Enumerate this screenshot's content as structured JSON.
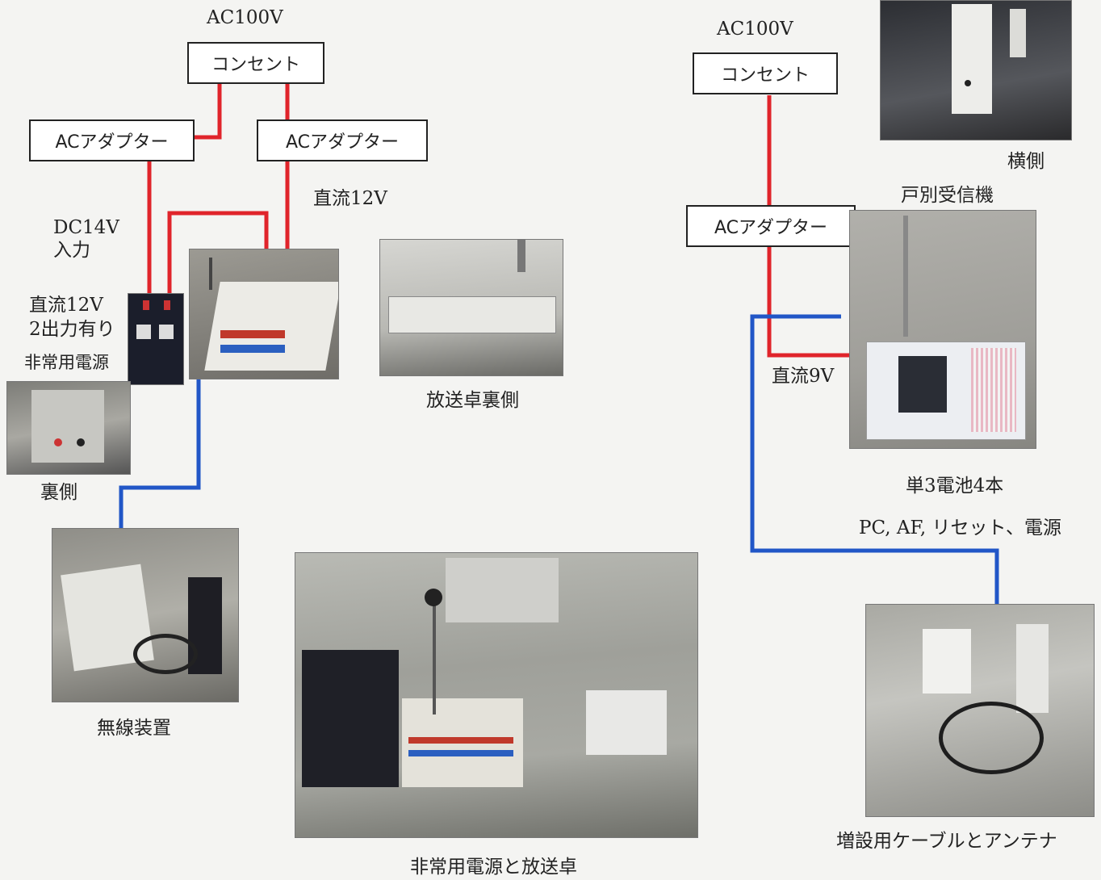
{
  "power_source_left": {
    "voltage": "AC100V",
    "outlet": "コンセント"
  },
  "power_source_right": {
    "voltage": "AC100V",
    "outlet": "コンセント"
  },
  "adapter_label": "ACアダプター",
  "labels": {
    "dc12v_top": "直流12V",
    "dc14v_line1": "DC14V",
    "dc14v_line2": "入力",
    "dc12v_two_out_line1": "直流12V",
    "dc12v_two_out_line2": "2出力有り",
    "emergency_power": "非常用電源",
    "back_side": "裏側",
    "console_back": "放送卓裏側",
    "radio_unit": "無線装置",
    "power_and_console": "非常用電源と放送卓",
    "side_view": "横側",
    "receiver": "戸別受信機",
    "dc9v": "直流9V",
    "batteries": "単3電池4本",
    "receiver_buttons": "PC, AF, リセット、電源",
    "cable_antenna": "増設用ケーブルとアンテナ"
  },
  "colors": {
    "power_wire": "#e0242b",
    "signal_wire": "#2156c7"
  }
}
